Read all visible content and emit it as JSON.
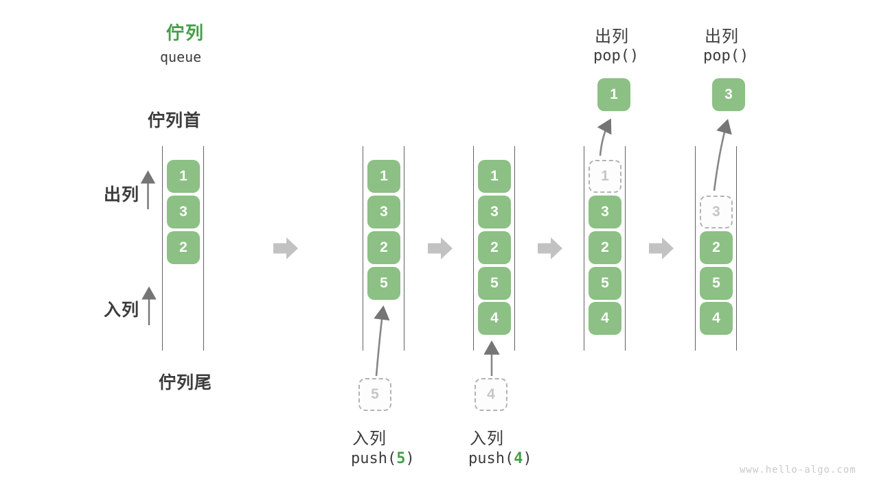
{
  "header": {
    "title_zh": "佇列",
    "title_en": "queue"
  },
  "side_labels": {
    "front": "佇列首",
    "rear": "佇列尾",
    "dequeue": "出列",
    "enqueue": "入列"
  },
  "states": [
    {
      "slots": [
        "1",
        "3",
        "2"
      ]
    },
    {
      "slots": [
        "1",
        "3",
        "2",
        "5"
      ],
      "incoming": "5"
    },
    {
      "slots": [
        "1",
        "3",
        "2",
        "5",
        "4"
      ],
      "incoming": "4"
    },
    {
      "ghost": "1",
      "slots": [
        "3",
        "2",
        "5",
        "4"
      ],
      "popped": "1"
    },
    {
      "ghost": "3",
      "slots": [
        "2",
        "5",
        "4"
      ],
      "popped": "3"
    }
  ],
  "operations": {
    "push5": {
      "label": "入列",
      "fn_open": "push(",
      "arg": "5",
      "fn_close": ")"
    },
    "push4": {
      "label": "入列",
      "fn_open": "push(",
      "arg": "4",
      "fn_close": ")"
    },
    "pop1": {
      "label": "出列",
      "fn": "pop()"
    },
    "pop2": {
      "label": "出列",
      "fn": "pop()"
    }
  },
  "colors": {
    "accent_green": "#43a047",
    "box_green": "#8cc084",
    "block_arrow_gray": "#c2c2c2",
    "thin_arrow_gray": "#757575",
    "queue_line": "#616161",
    "text_dark": "#3c3c3c",
    "ghost_gray": "#c6c6c6"
  },
  "watermark": "www.hello-algo.com"
}
